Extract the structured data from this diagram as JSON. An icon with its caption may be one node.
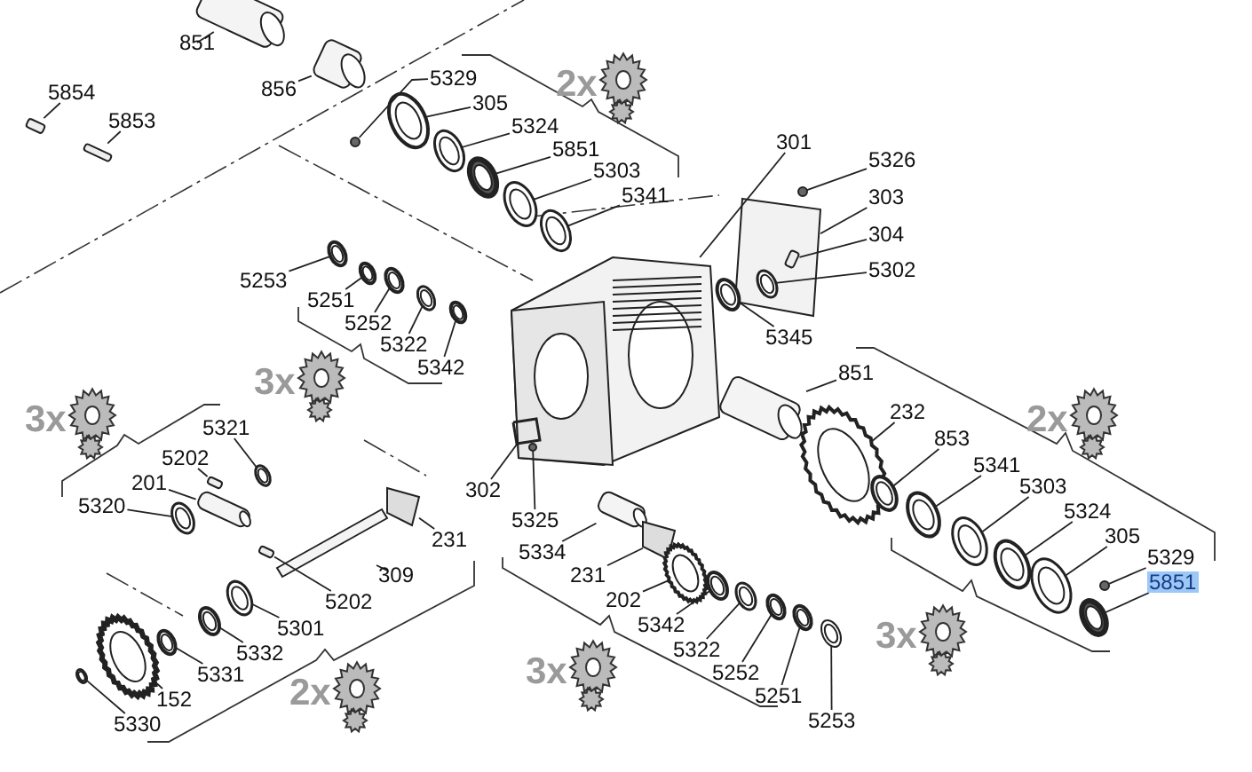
{
  "diagram": {
    "nodes": [
      {
        "text": [
          "851"
        ]
      },
      {
        "text": [
          "856"
        ]
      },
      {
        "text": [
          "5854"
        ]
      },
      {
        "text": [
          "5853"
        ]
      },
      {
        "text": [
          "5329"
        ]
      },
      {
        "text": [
          "305"
        ]
      },
      {
        "text": [
          "5324"
        ]
      },
      {
        "text": [
          "5851"
        ]
      },
      {
        "text": [
          "5303"
        ]
      },
      {
        "text": [
          "5341"
        ]
      },
      {
        "text": [
          "301"
        ]
      },
      {
        "text": [
          "5326"
        ]
      },
      {
        "text": [
          "303"
        ]
      },
      {
        "text": [
          "304"
        ]
      },
      {
        "text": [
          "5302"
        ]
      },
      {
        "text": [
          "5253"
        ]
      },
      {
        "text": [
          "5251"
        ]
      },
      {
        "text": [
          "5252"
        ]
      },
      {
        "text": [
          "5322"
        ]
      },
      {
        "text": [
          "5342"
        ]
      },
      {
        "text": [
          "5345"
        ]
      },
      {
        "text": [
          "851"
        ]
      },
      {
        "text": [
          "232"
        ]
      },
      {
        "text": [
          "5321"
        ]
      },
      {
        "text": [
          "5202"
        ]
      },
      {
        "text": [
          "853"
        ]
      },
      {
        "text": [
          "5341"
        ]
      },
      {
        "text": [
          "201"
        ]
      },
      {
        "text": [
          "5303"
        ]
      },
      {
        "text": [
          "302"
        ]
      },
      {
        "text": [
          "5320"
        ]
      },
      {
        "text": [
          "5324"
        ]
      },
      {
        "text": [
          "5325"
        ]
      },
      {
        "text": [
          "305"
        ]
      },
      {
        "text": [
          "231"
        ]
      },
      {
        "text": [
          "5334"
        ]
      },
      {
        "text": [
          "5329"
        ]
      },
      {
        "text": [
          "231"
        ]
      },
      {
        "text": [
          "309"
        ]
      },
      {
        "text": [
          "5851"
        ]
      },
      {
        "text": [
          "202"
        ]
      },
      {
        "text": [
          "5202"
        ]
      },
      {
        "text": [
          "5342"
        ]
      },
      {
        "text": [
          "5301"
        ]
      },
      {
        "text": [
          "5332"
        ]
      },
      {
        "text": [
          "5322"
        ]
      },
      {
        "text": [
          "5331"
        ]
      },
      {
        "text": [
          "5252"
        ]
      },
      {
        "text": [
          "152"
        ]
      },
      {
        "text": [
          "5251"
        ]
      },
      {
        "text": [
          "5330"
        ]
      },
      {
        "text": [
          "5253"
        ]
      },
      {
        "text": [],
        "shape": "picture"
      },
      {
        "text": [],
        "shape": "picture"
      },
      {
        "text": [],
        "shape": "box"
      },
      {
        "text": [],
        "shape": "box"
      },
      {
        "text": [],
        "shape": "circle"
      },
      {
        "text": [],
        "shape": "picture"
      },
      {
        "text": [],
        "shape": "picture"
      },
      {
        "text": [],
        "shape": "picture"
      },
      {
        "text": [],
        "shape": "picture"
      },
      {
        "text": [],
        "shape": "picture"
      },
      {
        "text": [],
        "shape": "picture"
      },
      {
        "text": [],
        "shape": "circle"
      },
      {
        "text": [],
        "shape": "picture"
      },
      {
        "text": [],
        "shape": "box",
        "in": 64
      },
      {
        "text": [],
        "shape": "picture",
        "in": 64
      },
      {
        "text": [],
        "shape": "picture"
      },
      {
        "text": [],
        "shape": "picture"
      },
      {
        "text": [],
        "shape": "picture"
      },
      {
        "text": [],
        "shape": "picture"
      },
      {
        "text": [],
        "shape": "picture"
      },
      {
        "text": [],
        "shape": "picture"
      },
      {
        "text": [],
        "shape": "picture"
      },
      {
        "text": [],
        "shape": "picture"
      },
      {
        "text": [],
        "shape": "picture"
      },
      {
        "text": [],
        "shape": "box"
      },
      {
        "text": [],
        "shape": "picture"
      },
      {
        "text": [],
        "shape": "picture"
      },
      {
        "text": [],
        "shape": "picture"
      },
      {
        "text": [],
        "shape": "picture"
      },
      {
        "text": [],
        "shape": "picture",
        "in": 62
      },
      {
        "text": [],
        "shape": "picture"
      },
      {
        "text": [],
        "shape": "picture"
      },
      {
        "text": [],
        "shape": "circle",
        "in": 62
      },
      {
        "text": [],
        "shape": "picture"
      },
      {
        "text": [],
        "shape": "picture"
      },
      {
        "text": [],
        "shape": "picture"
      },
      {
        "text": [],
        "shape": "circle"
      },
      {
        "text": [],
        "shape": "picture"
      },
      {
        "text": [],
        "shape": "picture"
      },
      {
        "text": [],
        "shape": "picture"
      },
      {
        "text": [],
        "shape": "picture"
      },
      {
        "text": [],
        "shape": "box"
      },
      {
        "text": [],
        "shape": "picture"
      },
      {
        "text": [],
        "shape": "picture"
      },
      {
        "text": [],
        "shape": "picture"
      },
      {
        "text": [],
        "shape": "picture"
      },
      {
        "text": [],
        "shape": "picture"
      },
      {
        "text": [],
        "shape": "picture"
      },
      {
        "text": [],
        "shape": "picture"
      },
      {
        "text": [],
        "shape": "picture"
      },
      {
        "text": [],
        "shape": "picture"
      },
      {
        "text": [],
        "shape": "picture"
      }
    ],
    "edges": [
      {
        "from": 0,
        "to": 52,
        "arrow": "none"
      },
      {
        "from": 1,
        "to": 53,
        "arrow": "none"
      },
      {
        "from": 2,
        "to": 54,
        "arrow": "none"
      },
      {
        "from": 3,
        "to": 55,
        "arrow": "none"
      },
      {
        "from": 4,
        "to": 56,
        "arrow": "none"
      },
      {
        "from": 5,
        "to": 57,
        "arrow": "none"
      },
      {
        "from": 6,
        "to": 58,
        "arrow": "none"
      },
      {
        "from": 7,
        "to": 59,
        "arrow": "none"
      },
      {
        "from": 8,
        "to": 60,
        "arrow": "none"
      },
      {
        "from": 9,
        "to": 61,
        "arrow": "none"
      },
      {
        "from": 10,
        "to": 62,
        "arrow": "none"
      },
      {
        "from": 11,
        "to": 63,
        "arrow": "none"
      },
      {
        "from": 12,
        "to": 64,
        "arrow": "none"
      },
      {
        "from": 13,
        "to": 65,
        "arrow": "none"
      },
      {
        "from": 14,
        "to": 66,
        "arrow": "none"
      },
      {
        "from": 15,
        "to": 67,
        "arrow": "none"
      },
      {
        "from": 16,
        "to": 68,
        "arrow": "none"
      },
      {
        "from": 17,
        "to": 69,
        "arrow": "none"
      },
      {
        "from": 18,
        "to": 70,
        "arrow": "none"
      },
      {
        "from": 19,
        "to": 71,
        "arrow": "none"
      },
      {
        "from": 20,
        "to": 72,
        "arrow": "none"
      },
      {
        "from": 21,
        "to": 73,
        "arrow": "none"
      },
      {
        "from": 22,
        "to": 74,
        "arrow": "none"
      },
      {
        "from": 23,
        "to": 75,
        "arrow": "none"
      },
      {
        "from": 24,
        "to": 76,
        "arrow": "none"
      },
      {
        "from": 25,
        "to": 77,
        "arrow": "none"
      },
      {
        "from": 26,
        "to": 78,
        "arrow": "none"
      },
      {
        "from": 27,
        "to": 79,
        "arrow": "none"
      },
      {
        "from": 28,
        "to": 80,
        "arrow": "none"
      },
      {
        "from": 29,
        "to": 81,
        "arrow": "none"
      },
      {
        "from": 30,
        "to": 82,
        "arrow": "none"
      },
      {
        "from": 31,
        "to": 83,
        "arrow": "none"
      },
      {
        "from": 32,
        "to": 84,
        "arrow": "none"
      },
      {
        "from": 33,
        "to": 85,
        "arrow": "none"
      },
      {
        "from": 34,
        "to": 86,
        "arrow": "none"
      },
      {
        "from": 35,
        "to": 87,
        "arrow": "none"
      },
      {
        "from": 36,
        "to": 88,
        "arrow": "none"
      },
      {
        "from": 37,
        "to": 89,
        "arrow": "none"
      },
      {
        "from": 38,
        "to": 90,
        "arrow": "none"
      },
      {
        "from": 39,
        "to": 91,
        "arrow": "none"
      },
      {
        "from": 40,
        "to": 92,
        "arrow": "none"
      },
      {
        "from": 41,
        "to": 93,
        "arrow": "none"
      },
      {
        "from": 42,
        "to": 94,
        "arrow": "none"
      },
      {
        "from": 43,
        "to": 95,
        "arrow": "none"
      },
      {
        "from": 44,
        "to": 96,
        "arrow": "none"
      },
      {
        "from": 45,
        "to": 97,
        "arrow": "none"
      },
      {
        "from": 46,
        "to": 98,
        "arrow": "none"
      },
      {
        "from": 47,
        "to": 99,
        "arrow": "none"
      },
      {
        "from": 48,
        "to": 100,
        "arrow": "none"
      },
      {
        "from": 49,
        "to": 101,
        "arrow": "none"
      },
      {
        "from": 50,
        "to": 102,
        "arrow": "none"
      },
      {
        "from": 51,
        "to": 103,
        "arrow": "none"
      }
    ],
    "labels": [
      "2x",
      "3x",
      "3x",
      "2x",
      "3x",
      "3x",
      "2x"
    ]
  }
}
